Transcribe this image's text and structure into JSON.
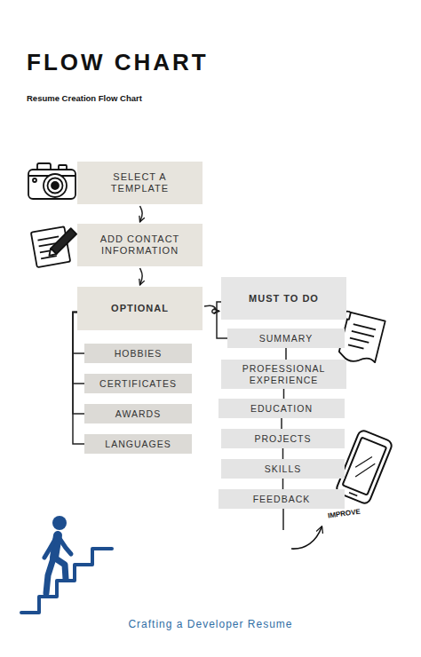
{
  "diagram": {
    "title": "FLOW CHART",
    "caption": "Crafting a Developer Resume",
    "nodes": [
      {
        "text": [
          "SELECT A TEMPLATE"
        ]
      },
      {
        "text": [
          "ADD CONTACT INFORMATION"
        ]
      },
      {
        "text": [
          "OPTIONAL"
        ]
      },
      {
        "text": [
          "HOBBIES"
        ]
      },
      {
        "text": [
          "CERTIFICATES"
        ]
      },
      {
        "text": [
          "AWARDS"
        ]
      },
      {
        "text": [
          "LANGUAGES"
        ]
      },
      {
        "text": [
          "MUST TO DO"
        ]
      },
      {
        "text": [
          "SUMMARY"
        ]
      },
      {
        "text": [
          "PROFESSIONAL EXPERIENCE"
        ]
      },
      {
        "text": [
          "EDUCATION"
        ]
      },
      {
        "text": [
          "PROJECTS"
        ]
      },
      {
        "text": [
          "SKILLS"
        ]
      },
      {
        "text": [
          "FEEDBACK"
        ]
      }
    ],
    "edges": [
      {
        "from": 0,
        "to": 1,
        "arrow": "to"
      },
      {
        "from": 1,
        "to": 2,
        "arrow": "to"
      },
      {
        "from": 2,
        "to": 7,
        "arrow": "to"
      },
      {
        "from": 2,
        "to": 3,
        "arrow": "none"
      },
      {
        "from": 2,
        "to": 4,
        "arrow": "none"
      },
      {
        "from": 2,
        "to": 5,
        "arrow": "none"
      },
      {
        "from": 2,
        "to": 6,
        "arrow": "none"
      },
      {
        "from": 7,
        "to": 8,
        "arrow": "none"
      },
      {
        "from": 8,
        "to": 9,
        "arrow": "none"
      },
      {
        "from": 9,
        "to": 10,
        "arrow": "none"
      },
      {
        "from": 10,
        "to": 11,
        "arrow": "none"
      },
      {
        "from": 11,
        "to": 12,
        "arrow": "none"
      },
      {
        "from": 12,
        "to": 13,
        "arrow": "none"
      }
    ],
    "labels": [
      "Resume Creation Flow Chart",
      "IMPROVE"
    ]
  }
}
